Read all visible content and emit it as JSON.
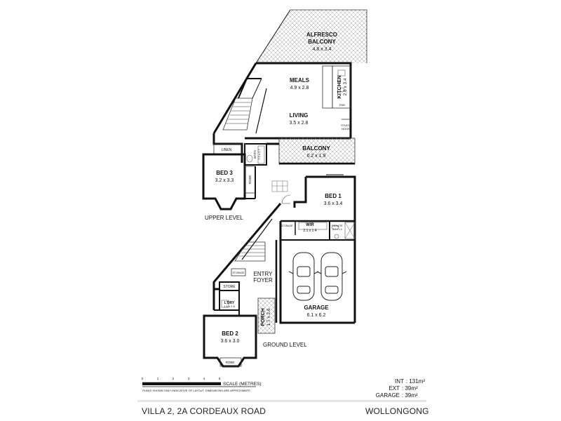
{
  "rooms": {
    "alfresco": {
      "name_1": "ALFRESCO",
      "name_2": "BALCONY",
      "dims": "4.8 x 3.4"
    },
    "meals": {
      "name": "MEALS",
      "dims": "4.9 x 2.8"
    },
    "kitchen": {
      "name": "KITCHEN",
      "dims": "2.6 x 3.4"
    },
    "living": {
      "name": "LIVING",
      "dims": "3.5 x 2.8"
    },
    "study": {
      "name_1": "STUDY",
      "name_2": "NOOK"
    },
    "balcony": {
      "name": "BALCONY",
      "dims": "6.2 x 1.9"
    },
    "bath": {
      "name": "BATH",
      "dims": "2.2 x 2.7"
    },
    "linen": {
      "name": "LINEN"
    },
    "bed3": {
      "name": "BED 3",
      "dims": "3.2 x 3.3"
    },
    "robe_bed3": {
      "name": "ROBE"
    },
    "bed1": {
      "name": "BED 1",
      "dims": "3.6 x 3.4"
    },
    "wir": {
      "name": "WIR",
      "dims": "2.1 x 1.4"
    },
    "ensuite": {
      "name": "ENSUITE",
      "dims": "2.2 x 1.4"
    },
    "storage_upper": {
      "name": "STORAGE"
    },
    "entry": {
      "name_1": "ENTRY",
      "name_2": "FOYER"
    },
    "storage_lower": {
      "name": "STORAGE"
    },
    "store": {
      "name": "STORE"
    },
    "laundry": {
      "name": "L'DRY",
      "dims": "1.6 x 2.6"
    },
    "garage": {
      "name": "GARAGE",
      "dims": "6.1 x 6.2"
    },
    "porch": {
      "name": "PORCH",
      "dims": "1.7 x 2.6"
    },
    "bed2": {
      "name": "BED 2",
      "dims": "3.6 x 3.0"
    },
    "robe_bed2": {
      "name": "ROBE"
    },
    "pwd": {
      "name": "PWD"
    }
  },
  "levels": {
    "upper": "UPPER LEVEL",
    "ground": "GROUND LEVEL"
  },
  "scale": {
    "ticks": [
      "0",
      "1",
      "2",
      "3",
      "4",
      "5"
    ],
    "label": "SCALE (METRES)",
    "note": "PLANS SHOWN ONLY INDICATIVE OF LAYOUT. DIMENSIONS ARE APPROXIMATE."
  },
  "areas": {
    "int": {
      "label": "INT",
      "value": ": 131m²"
    },
    "ext": {
      "label": "EXT",
      "value": ": 39m²"
    },
    "garage": {
      "label": "GARAGE",
      "value": ": 39m²"
    }
  },
  "footer": {
    "address": "VILLA 2, 2A CORDEAUX ROAD",
    "suburb": "WOLLONGONG"
  },
  "colors": {
    "wall": "#111111",
    "hatch": "#8a8a8a",
    "footer_bg": "#e6e6e6"
  }
}
